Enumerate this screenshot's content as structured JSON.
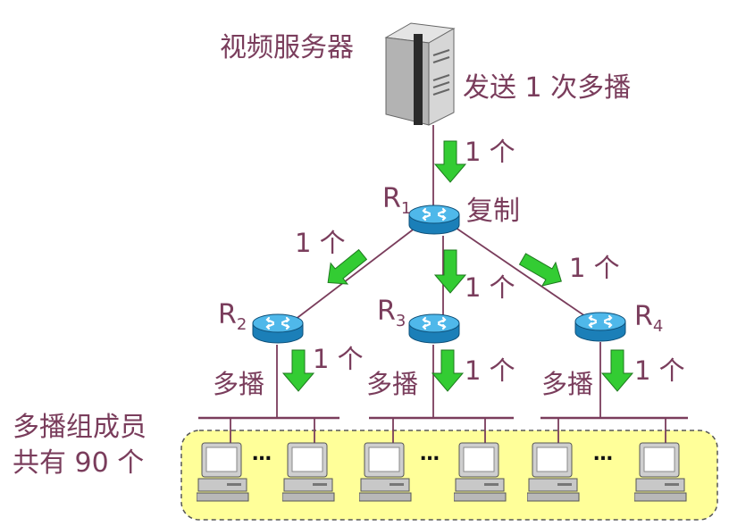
{
  "server": {
    "label": "视频服务器",
    "send_text": "发送 1 次多播"
  },
  "routers": [
    {
      "letter": "R",
      "sub": "1",
      "note": "复制"
    },
    {
      "letter": "R",
      "sub": "2"
    },
    {
      "letter": "R",
      "sub": "3"
    },
    {
      "letter": "R",
      "sub": "4"
    }
  ],
  "flow_labels": {
    "server_r1": "1 个",
    "r1_r2": "1 个",
    "r1_r3": "1 个",
    "r1_r4": "1 个",
    "r2_lan": "1 个",
    "r3_lan": "1 个",
    "r4_lan": "1 个"
  },
  "lan_labels": [
    "多播",
    "多播",
    "多播"
  ],
  "group": {
    "line1": "多播组成员",
    "line2": "共有 90 个"
  },
  "ellipsis": "…",
  "colors": {
    "text": "#7a3d5c",
    "arrow": "#33cc33",
    "group_fill": "#ffff99",
    "router": "#2fa0d8",
    "link": "#7a3d5c"
  }
}
